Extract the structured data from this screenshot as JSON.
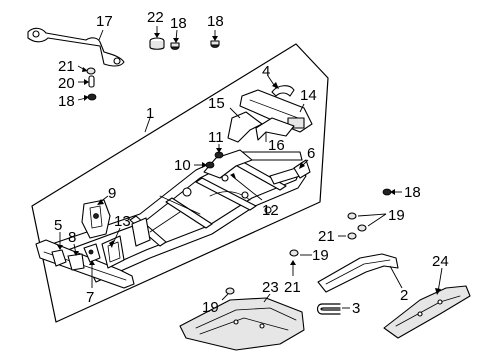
{
  "callouts": {
    "c1": "1",
    "c2": "2",
    "c3": "3",
    "c4": "4",
    "c5": "5",
    "c6": "6",
    "c7": "7",
    "c8": "8",
    "c9": "9",
    "c10": "10",
    "c11": "11",
    "c12": "12",
    "c13": "13",
    "c14": "14",
    "c15": "15",
    "c16": "16",
    "c17": "17",
    "c18a": "18",
    "c18b": "18",
    "c18c": "18",
    "c18d": "18",
    "c19a": "19",
    "c19b": "19",
    "c19c": "19",
    "c20": "20",
    "c21a": "21",
    "c21b": "21",
    "c21c": "21",
    "c22": "22",
    "c23": "23",
    "c24": "24"
  }
}
